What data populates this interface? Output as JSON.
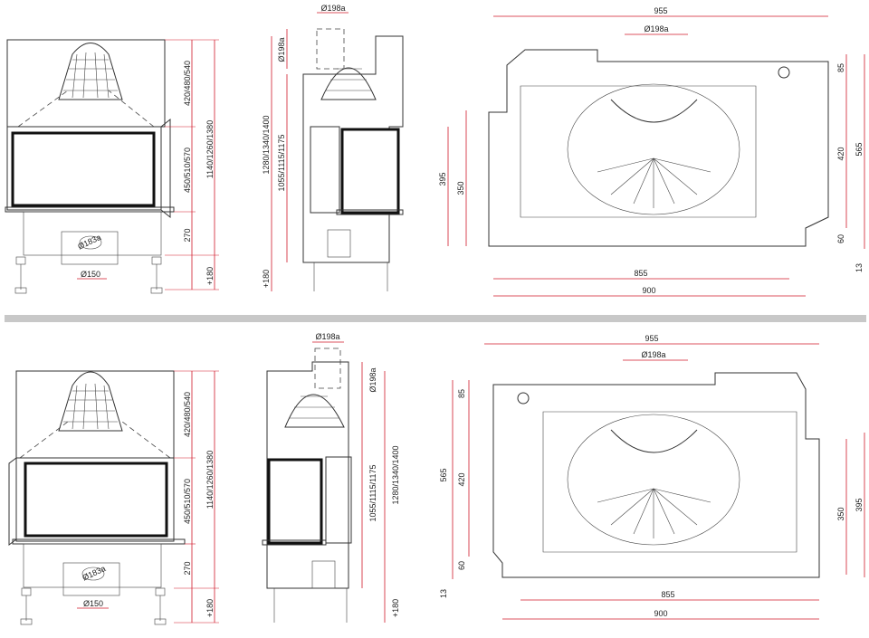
{
  "colors": {
    "dimension": "#d11a2a",
    "outline": "#333333",
    "divider": "#c8c8c8"
  },
  "top": {
    "front": {
      "dims": {
        "top_h": "420/480/540",
        "glass_h": "450/510/570",
        "base_h": "270",
        "legs_h": "+180",
        "total_h": "1140/1260/1380",
        "flue_dia": "Ø183a",
        "air_dia": "Ø150"
      }
    },
    "side": {
      "dims": {
        "flue_dia_top": "Ø198a",
        "flue_dia_side": "Ø198a",
        "h1": "1055/1115/1175",
        "h2": "1280/1340/1400",
        "legs": "+180"
      }
    },
    "plan": {
      "dims": {
        "w955": "955",
        "flue": "Ø198a",
        "d85": "85",
        "d420": "420",
        "d565": "565",
        "d60": "60",
        "d13": "13",
        "d395": "395",
        "d350": "350",
        "w855": "855",
        "w900": "900"
      }
    }
  },
  "bottom": {
    "front": {
      "dims": {
        "top_h": "420/480/540",
        "glass_h": "450/510/570",
        "base_h": "270",
        "legs_h": "+180",
        "total_h": "1140/1260/1380",
        "flue_dia": "Ø183a",
        "air_dia": "Ø150"
      }
    },
    "side": {
      "dims": {
        "flue_dia_top": "Ø198a",
        "flue_dia_side": "Ø198a",
        "h1": "1055/1115/1175",
        "h2": "1280/1340/1400",
        "legs": "+180"
      }
    },
    "plan": {
      "dims": {
        "w955": "955",
        "flue": "Ø198a",
        "d85": "85",
        "d420": "420",
        "d565": "565",
        "d60": "60",
        "d13": "13",
        "d395": "395",
        "d350": "350",
        "w855": "855",
        "w900": "900"
      }
    }
  }
}
